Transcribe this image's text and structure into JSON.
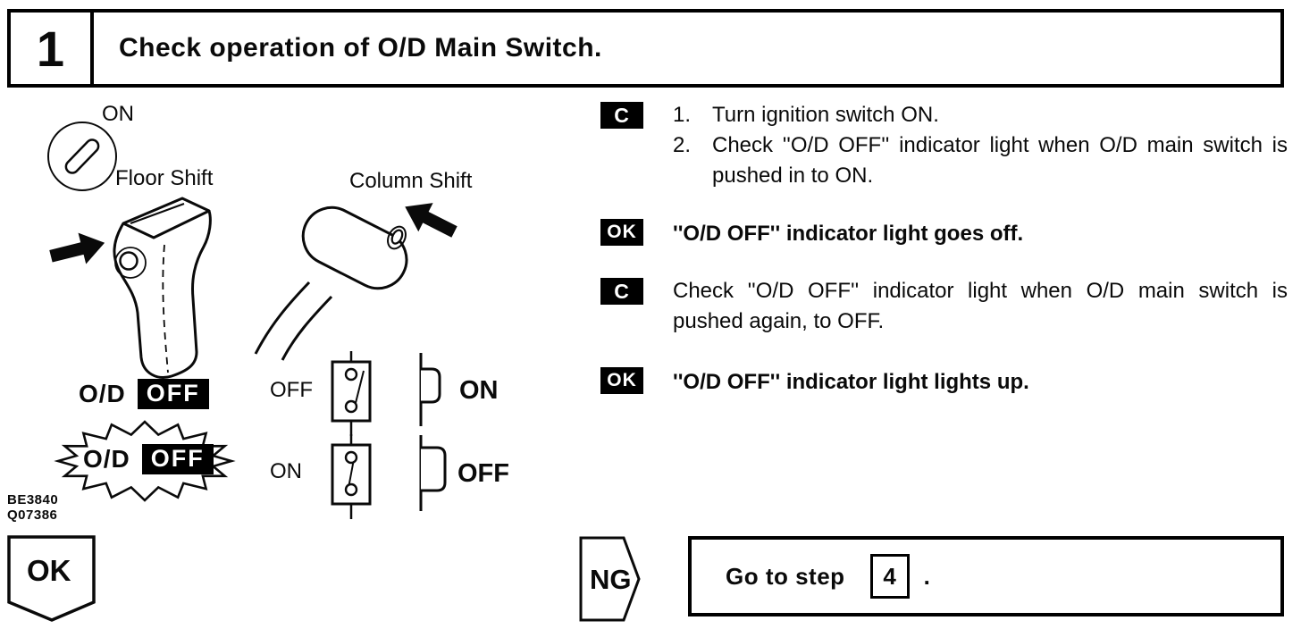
{
  "ink_color": "#0a0a0a",
  "paper_color": "#ffffff",
  "header": {
    "step_number": "1",
    "title": "Check operation of O/D Main Switch."
  },
  "figure": {
    "ignition_label": "ON",
    "floor_shift_label": "Floor Shift",
    "column_shift_label": "Column Shift",
    "switch_rows": [
      {
        "state_label": "OFF",
        "button_label": "ON"
      },
      {
        "state_label": "ON",
        "button_label": "OFF"
      }
    ],
    "indicator_off": {
      "prefix": "O/D",
      "badge": "OFF"
    },
    "indicator_lit": {
      "prefix": "O/D",
      "badge": "OFF"
    },
    "codes": {
      "line1": "BE3840",
      "line2": "Q07386"
    }
  },
  "procedure": {
    "blocks": [
      {
        "badge": "C",
        "items": [
          {
            "num": "1.",
            "text": "Turn ignition switch ON."
          },
          {
            "num": "2.",
            "text": "Check ''O/D OFF'' indicator light when O/D main switch is pushed in to ON."
          }
        ]
      },
      {
        "badge": "OK",
        "text": "''O/D OFF'' indicator light goes off."
      },
      {
        "badge": "C",
        "text": "Check ''O/D OFF'' indicator light when O/D main switch is pushed again, to OFF."
      },
      {
        "badge": "OK",
        "text": "''O/D OFF'' indicator light lights up."
      }
    ]
  },
  "footer": {
    "ok_label": "OK",
    "ng_label": "NG",
    "goto_prefix": "Go to step",
    "goto_step": "4",
    "goto_suffix": "."
  }
}
